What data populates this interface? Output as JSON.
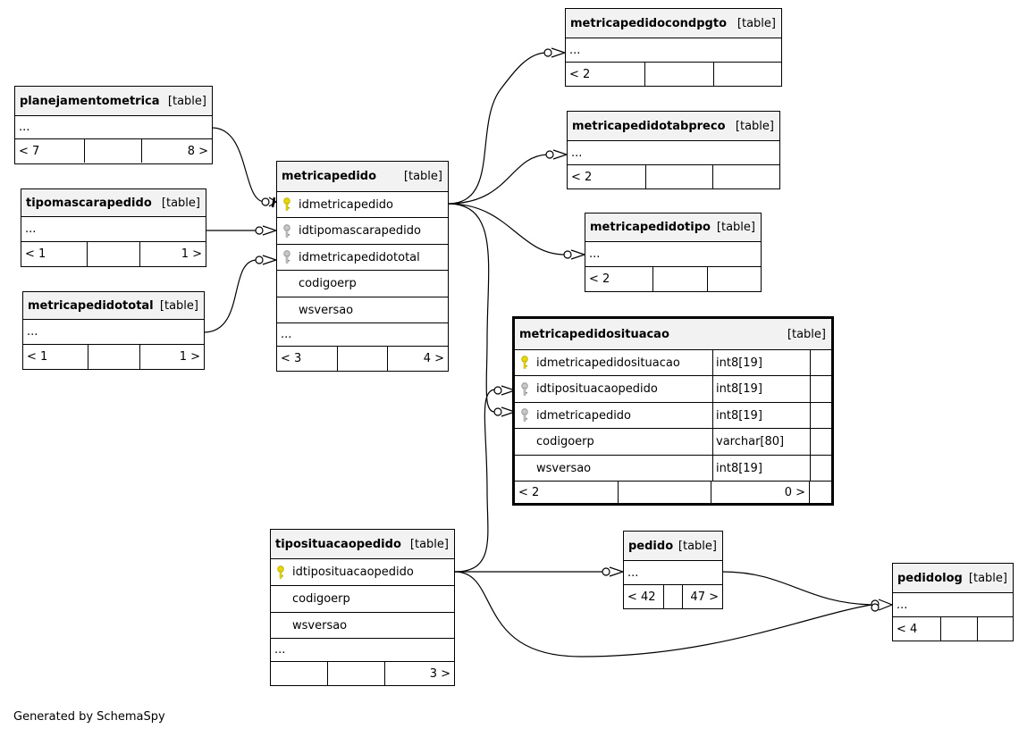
{
  "type_label": "[table]",
  "footer_note": "Generated by SchemaSpy",
  "tables": {
    "planejamentometrica": {
      "name": "planejamentometrica",
      "rows": [
        "..."
      ],
      "footer": [
        "< 7",
        "",
        "8 >"
      ]
    },
    "tipomascarapedido": {
      "name": "tipomascarapedido",
      "rows": [
        "..."
      ],
      "footer": [
        "< 1",
        "",
        "1 >"
      ]
    },
    "metricapedidototal": {
      "name": "metricapedidototal",
      "rows": [
        "..."
      ],
      "footer": [
        "< 1",
        "",
        "1 >"
      ]
    },
    "metricapedido": {
      "name": "metricapedido",
      "columns": [
        {
          "name": "idmetricapedido",
          "key": "primary"
        },
        {
          "name": "idtipomascarapedido",
          "key": "foreign"
        },
        {
          "name": "idmetricapedidototal",
          "key": "foreign"
        },
        {
          "name": "codigoerp",
          "key": "none"
        },
        {
          "name": "wsversao",
          "key": "none"
        }
      ],
      "more": "...",
      "footer": [
        "< 3",
        "",
        "4 >"
      ]
    },
    "metricapedidocondpgto": {
      "name": "metricapedidocondpgto",
      "rows": [
        "..."
      ],
      "footer": [
        "< 2",
        "",
        ""
      ]
    },
    "metricapedidotabpreco": {
      "name": "metricapedidotabpreco",
      "rows": [
        "..."
      ],
      "footer": [
        "< 2",
        "",
        ""
      ]
    },
    "metricapedidotipo": {
      "name": "metricapedidotipo",
      "rows": [
        "..."
      ],
      "footer": [
        "< 2",
        "",
        ""
      ]
    },
    "metricapedidosituacao": {
      "name": "metricapedidosituacao",
      "columns": [
        {
          "name": "idmetricapedidosituacao",
          "type": "int8[19]",
          "key": "primary"
        },
        {
          "name": "idtiposituacaopedido",
          "type": "int8[19]",
          "key": "foreign"
        },
        {
          "name": "idmetricapedido",
          "type": "int8[19]",
          "key": "foreign"
        },
        {
          "name": "codigoerp",
          "type": "varchar[80]",
          "key": "none"
        },
        {
          "name": "wsversao",
          "type": "int8[19]",
          "key": "none"
        }
      ],
      "footer": [
        "< 2",
        "",
        "0 >"
      ]
    },
    "tiposituacaopedido": {
      "name": "tiposituacaopedido",
      "columns": [
        {
          "name": "idtiposituacaopedido",
          "key": "primary"
        },
        {
          "name": "codigoerp",
          "key": "none"
        },
        {
          "name": "wsversao",
          "key": "none"
        }
      ],
      "more": "...",
      "footer": [
        "",
        "",
        "3 >"
      ]
    },
    "pedido": {
      "name": "pedido",
      "rows": [
        "..."
      ],
      "footer": [
        "< 42",
        "",
        "47 >"
      ]
    },
    "pedidolog": {
      "name": "pedidolog",
      "rows": [
        "..."
      ],
      "footer": [
        "< 4",
        "",
        ""
      ]
    }
  },
  "colors": {
    "primary_key": "#e6d800",
    "foreign_key": "#a9a9a9",
    "header_bg": "#f2f2f2"
  }
}
